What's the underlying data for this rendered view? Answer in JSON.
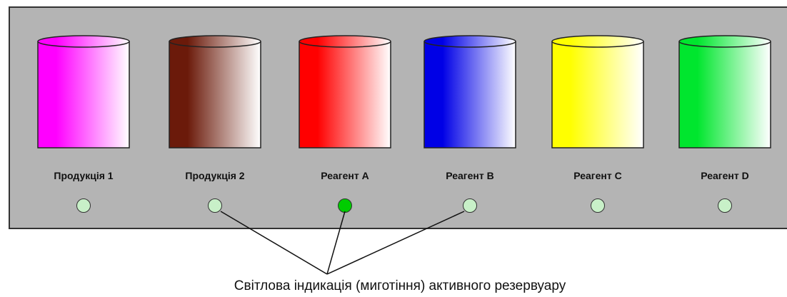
{
  "colors": {
    "panel_background": "#b4b4b4",
    "panel_border": "#333333",
    "lamp_inactive": "#c8f0c8",
    "lamp_active": "#00cc00"
  },
  "tanks": [
    {
      "label": "Продукція 1",
      "color": "#ff00ff",
      "indicator_active": false
    },
    {
      "label": "Продукція 2",
      "color": "#6b1a0a",
      "indicator_active": false
    },
    {
      "label": "Реагент A",
      "color": "#ff0000",
      "indicator_active": true
    },
    {
      "label": "Реагент B",
      "color": "#0000e6",
      "indicator_active": false
    },
    {
      "label": "Реагент C",
      "color": "#ffff00",
      "indicator_active": false
    },
    {
      "label": "Реагент D",
      "color": "#00e62e",
      "indicator_active": false
    }
  ],
  "caption": "Світлова індикація (миготіння) активного резервуару"
}
